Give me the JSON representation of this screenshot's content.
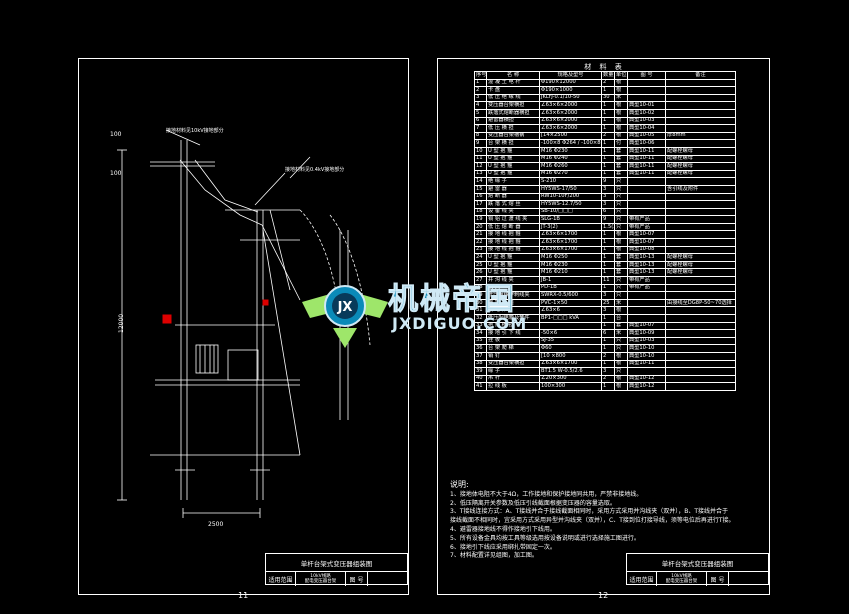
{
  "left_sheet": {
    "page_number": "11",
    "labels": {
      "note_a": "接地材料见10kV接地部分",
      "note_b": "接地材料见0.4kV接地部分",
      "dim_100_top": "100",
      "dim_100_mid": "100",
      "dim_12000": "12000",
      "dim_2500": "2500"
    },
    "title_block": {
      "title": "单杆台架式变压器组装图",
      "row_label": "适用范围",
      "row_value_1": "10kV线路",
      "row_value_2": "配电变压器台架",
      "fig_label": "图 号"
    }
  },
  "right_sheet": {
    "page_number": "12",
    "table_title": "材 料 表",
    "headers": [
      "序号",
      "名 称",
      "规格及型号",
      "数量",
      "单位",
      "图 号",
      "备注"
    ],
    "rows": [
      [
        "1",
        "混 凝 土 电 杆",
        "Φ190×12000",
        "2",
        "根",
        "",
        ""
      ],
      [
        "2",
        "卡 盘",
        "Φ190×1000",
        "1",
        "根",
        "",
        ""
      ],
      [
        "3",
        "低 压 绝 缘 线",
        "JKLYJ-0.1/10-50",
        "30",
        "米",
        "",
        ""
      ],
      [
        "4",
        "变压器台架横担",
        "∠63×6×2000",
        "1",
        "根",
        "典型10-01",
        ""
      ],
      [
        "5",
        "跌落式熔断器横担",
        "∠63×6×2000",
        "1",
        "根",
        "典型10-02",
        ""
      ],
      [
        "6",
        "避雷器横担",
        "∠63×6×2000",
        "1",
        "根",
        "典型10-03",
        ""
      ],
      [
        "7",
        "低 压 横 担",
        "∠63×6×2000",
        "1",
        "根",
        "典型10-04",
        ""
      ],
      [
        "8",
        "变压器台架槽钢",
        "[14×2500",
        "2",
        "根",
        "典型10-05",
        "厚8mm"
      ],
      [
        "9",
        "台 架 横 担",
        "-100×8 Φ264 / -100×8 Φ262",
        "1",
        "付",
        "典型10-06",
        ""
      ],
      [
        "10",
        "U 型 抱 箍",
        "M16 Φ230",
        "1",
        "套",
        "典型10-11",
        "配螺栓螺母"
      ],
      [
        "11",
        "U 型 抱 箍",
        "M16 Φ240",
        "1",
        "套",
        "典型10-11",
        "配螺栓螺母"
      ],
      [
        "12",
        "U 型 抱 箍",
        "M16 Φ260",
        "1",
        "套",
        "典型10-11",
        "配螺栓螺母"
      ],
      [
        "13",
        "U 型 抱 箍",
        "M16 Φ270",
        "1",
        "套",
        "典型10-11",
        "配螺栓螺母"
      ],
      [
        "14",
        "绝 缘 子",
        "S-210",
        "9",
        "只",
        "",
        ""
      ],
      [
        "15",
        "避 雷 器",
        "HY5WS-17/50",
        "3",
        "只",
        "",
        "含引线及附件"
      ],
      [
        "16",
        "熔 断 器",
        "RW10-10F/200",
        "3",
        "只",
        "",
        ""
      ],
      [
        "17",
        "跌 落 式 熔 丝",
        "HY5WS-12.7/50",
        "3",
        "只",
        "",
        ""
      ],
      [
        "18",
        "设 备 线 夹",
        "SB-10/□□□",
        "6",
        "只",
        "",
        ""
      ],
      [
        "19",
        "铜 铝 过 渡 线 夹",
        "SLG-1B",
        "9",
        "只",
        "带有产品",
        ""
      ],
      [
        "20",
        "低 压 熔 断 器",
        "JT-3(2)",
        "1.5(3)",
        "只",
        "带有产品",
        ""
      ],
      [
        "21",
        "接 地 线 抱 箍",
        "∠63×6×1700",
        "1",
        "根",
        "典型10-07",
        ""
      ],
      [
        "22",
        "接 地 线 抱 箍",
        "∠63×6×1700",
        "1",
        "根",
        "典型10-07",
        ""
      ],
      [
        "23",
        "接 地 线 抱 箍",
        "∠63×6×1700",
        "1",
        "根",
        "典型10-08",
        ""
      ],
      [
        "24",
        "U 型 抱 箍",
        "M16 Φ250",
        "1",
        "套",
        "典型10-13",
        "配螺栓螺母"
      ],
      [
        "25",
        "U 型 抱 箍",
        "M16 Φ230",
        "1",
        "套",
        "典型10-13",
        "配螺栓螺母"
      ],
      [
        "26",
        "U 型 抱 箍",
        "M16 Φ210",
        "1",
        "套",
        "典型10-13",
        "配螺栓螺母"
      ],
      [
        "27",
        "并 沟 线 夹",
        "JB-1",
        "11",
        "只",
        "带有产品",
        ""
      ],
      [
        "28",
        "线 夹",
        "PD-1B",
        "1",
        "只",
        "带有产品",
        ""
      ],
      [
        "29",
        "低压绝缘穿刺线夹",
        "SWRX-0.5/600",
        "3",
        "只",
        "",
        ""
      ],
      [
        "30",
        "接 地 引 线",
        "PVC-1×50",
        "25",
        "米",
        "",
        "由接线至DG8P-50~70选择"
      ],
      [
        "31",
        "接 地 体",
        "∠63×6",
        "3",
        "根",
        "",
        ""
      ],
      [
        "32",
        "低压配电箱及套件",
        "BP1-□□□ kVA",
        "1",
        "台",
        "",
        ""
      ],
      [
        "33",
        "抱 箍 横 担",
        "",
        "1",
        "套",
        "典型10-07",
        ""
      ],
      [
        "34",
        "接 地 引 下 线",
        "-50×6",
        "6",
        "米",
        "典型10-09",
        ""
      ],
      [
        "35",
        "挂 板",
        "SJ-35",
        "1",
        "只",
        "典型10-03",
        ""
      ],
      [
        "36",
        "台 架 爬 梯",
        "Φ60",
        "1",
        "只",
        "典型10-10",
        ""
      ],
      [
        "37",
        "销 钉",
        "[10 ×800",
        "2",
        "根",
        "典型10-10",
        ""
      ],
      [
        "38",
        "变压器台架横担",
        "∠63×6×1700",
        "1",
        "根",
        "典型10-11",
        ""
      ],
      [
        "39",
        "缘 子",
        "BT1.5 W-0.5/2.6",
        "3",
        "只",
        "",
        ""
      ],
      [
        "40",
        "吊 杆",
        "∠20×300",
        "2",
        "根",
        "典型10-12",
        ""
      ],
      [
        "41",
        "拉 线 板",
        "100×300",
        "1",
        "根",
        "典型10-12",
        ""
      ]
    ],
    "notes_heading": "说明:",
    "notes": [
      "1、接地体电阻不大于4Ω，工作接地和保护接地同共用，严禁非接地线。",
      "2、低压隔离开关参数及低压引线截面根据变压器的容量选取。",
      "3、T接线连接方式：A、T接线并合于接线截面相同时，采用方式采用并沟线夹（双并），B、T接线并合于",
      "   接线截面不相同时，宜采用方式采用异型并沟线夹（双并），C、T接到位打接导线，须等电位后再进行T接。",
      "4、避雷器接地线不得作接地引下线用。",
      "5、所有设备金具均按工具等级选用按设备说明或进行选择施工图进行。",
      "6、接地引下线应采用绑扎带固定一次。",
      "7、材料配置详见组图，加工图。"
    ],
    "title_block": {
      "title": "单杆台架式变压器组装图",
      "row_label": "适用范围",
      "row_value_1": "10kV线路",
      "row_value_2": "配电变压器台架",
      "fig_label": "图 号"
    }
  },
  "watermark": {
    "cn_text": "机械帝国",
    "en_text": "JXDIGUO.COM",
    "logo_text": "JX"
  }
}
